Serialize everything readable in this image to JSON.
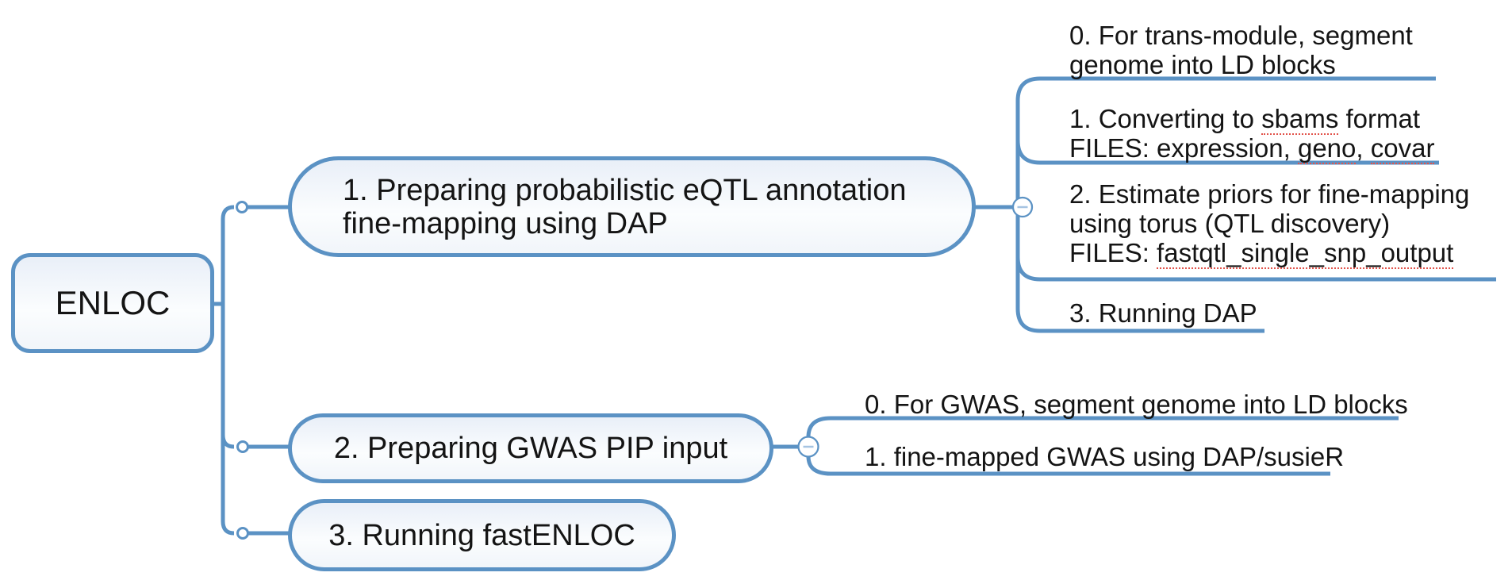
{
  "root": {
    "label": "ENLOC"
  },
  "branches": [
    {
      "id": "branch-1",
      "label_lines": [
        [
          {
            "t": "1. Preparing probabilistic eQTL annotation"
          }
        ],
        [
          {
            "t": "fine-mapping using DAP"
          }
        ]
      ],
      "collapse_icon": "minus-circle",
      "children": [
        {
          "lines": [
            [
              {
                "t": "0. For trans-module, segment"
              }
            ],
            [
              {
                "t": "genome into LD blocks"
              }
            ]
          ]
        },
        {
          "lines": [
            [
              {
                "t": "1. Converting to "
              },
              {
                "t": "sbams",
                "m": true
              },
              {
                "t": " format"
              }
            ],
            [
              {
                "t": "FILES: expression, "
              },
              {
                "t": "geno",
                "m": true
              },
              {
                "t": ", "
              },
              {
                "t": "covar",
                "m": true
              }
            ]
          ]
        },
        {
          "lines": [
            [
              {
                "t": "2. Estimate priors for fine-mapping"
              }
            ],
            [
              {
                "t": "using torus (QTL discovery)"
              }
            ],
            [
              {
                "t": "FILES: "
              },
              {
                "t": "fastqtl_single_snp_output",
                "m": true
              }
            ]
          ]
        },
        {
          "lines": [
            [
              {
                "t": "3. Running DAP"
              }
            ]
          ]
        }
      ]
    },
    {
      "id": "branch-2",
      "label_lines": [
        [
          {
            "t": "2. Preparing GWAS PIP input"
          }
        ]
      ],
      "collapse_icon": "minus-circle",
      "children": [
        {
          "lines": [
            [
              {
                "t": "0. For GWAS, segment genome into LD blocks"
              }
            ]
          ]
        },
        {
          "lines": [
            [
              {
                "t": "1. fine-mapped GWAS using DAP/susieR"
              }
            ]
          ]
        }
      ]
    },
    {
      "id": "branch-3",
      "label_lines": [
        [
          {
            "t": "3. Running fastENLOC"
          }
        ]
      ],
      "children": []
    }
  ],
  "colors": {
    "wire_blue": "#5b92c4",
    "collapse_minus": "#a6c4e2",
    "node_fill_top": "#e9eff8",
    "node_fill_mid": "#fbfdfe",
    "text": "#141414",
    "spellcheck_red": "#e2544c"
  }
}
